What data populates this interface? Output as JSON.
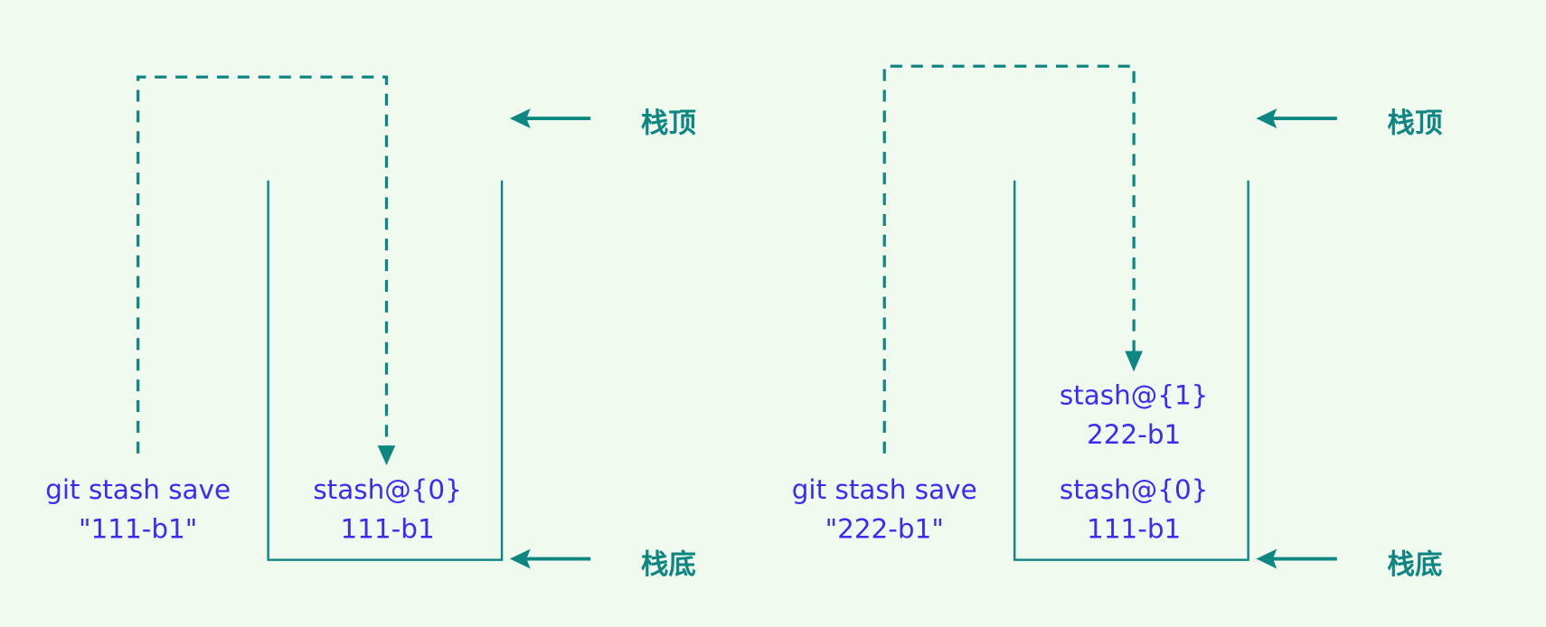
{
  "colors": {
    "background": "#f0faef",
    "accent": "#0e8783",
    "text": "#3a2cf5"
  },
  "panels": [
    {
      "command_line1": "git stash save",
      "command_line2": "\"111-b1\"",
      "entries": [
        {
          "ref": "stash@{0}",
          "message": "111-b1"
        }
      ],
      "top_label": "栈顶",
      "bottom_label": "栈底"
    },
    {
      "command_line1": "git stash save",
      "command_line2": "\"222-b1\"",
      "entries": [
        {
          "ref": "stash@{1}",
          "message": "222-b1"
        },
        {
          "ref": "stash@{0}",
          "message": "111-b1"
        }
      ],
      "top_label": "栈顶",
      "bottom_label": "栈底"
    }
  ]
}
